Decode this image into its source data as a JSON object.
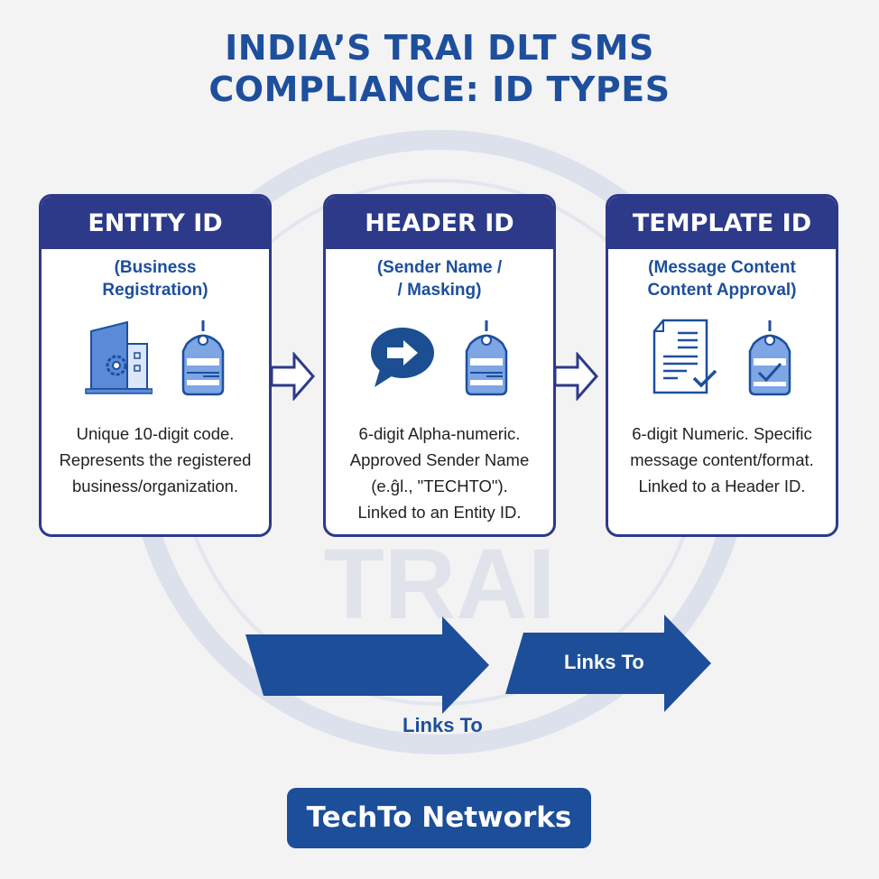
{
  "title_line1": "INDIA’S TRAI DLT SMS",
  "title_line2": "COMPLIANCE: ID TYPES",
  "watermark": "TRAI",
  "cards": [
    {
      "title": "ENTITY ID",
      "subtitle1": "(Business",
      "subtitle2": "Registration)",
      "desc1": "Unique 10-digit code.",
      "desc2": "Represents the registered",
      "desc3": "business/organization.",
      "desc4": ""
    },
    {
      "title": "HEADER ID",
      "subtitle1": "(Sender Name /",
      "subtitle2": "/ Masking)",
      "desc1": "6-digit Alpha-numeric.",
      "desc2": "Approved Sender Name",
      "desc3": "(e.ĝl., \"TECHTO\").",
      "desc4": "Linked to an Entity ID."
    },
    {
      "title": "TEMPLATE ID",
      "subtitle1": "(Message Content",
      "subtitle2": "Content Approval)",
      "desc1": "6-digit Numeric. Specific",
      "desc2": "message content/format.",
      "desc3": "Linked to a Header ID.",
      "desc4": ""
    }
  ],
  "links": [
    "Links To",
    "Links To"
  ],
  "brand": "TechTo Networks",
  "colors": {
    "navy": "#2d3a8a",
    "blue": "#1c4e99",
    "title": "#1d4f9c"
  }
}
